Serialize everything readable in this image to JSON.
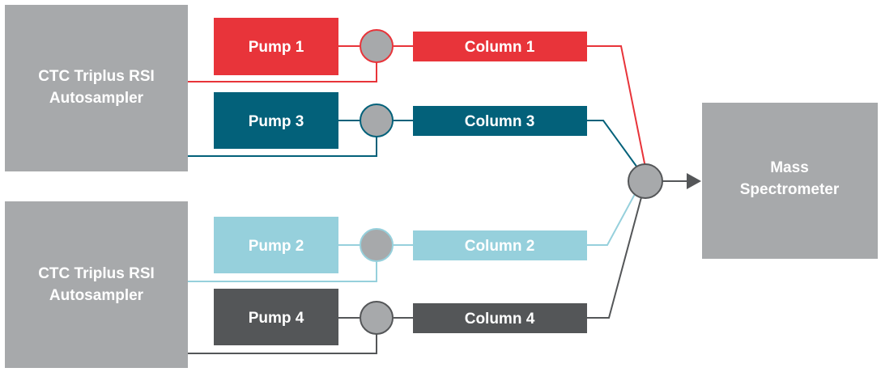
{
  "autosampler_top": {
    "line1": "CTC Triplus RSI",
    "line2": "Autosampler"
  },
  "autosampler_bottom": {
    "line1": "CTC Triplus RSI",
    "line2": "Autosampler"
  },
  "pumps": [
    {
      "label": "Pump 1",
      "color": "#e8343a"
    },
    {
      "label": "Pump 3",
      "color": "#03617a"
    },
    {
      "label": "Pump 2",
      "color": "#96d0dc"
    },
    {
      "label": "Pump 4",
      "color": "#545658"
    }
  ],
  "columns": [
    {
      "label": "Column 1",
      "color": "#e8343a"
    },
    {
      "label": "Column 3",
      "color": "#03617a"
    },
    {
      "label": "Column 2",
      "color": "#96d0dc"
    },
    {
      "label": "Column 4",
      "color": "#545658"
    }
  ],
  "mass_spec": {
    "line1": "Mass",
    "line2": "Spectrometer"
  },
  "colors": {
    "box_gray": "#a7a9ab",
    "valve_gray": "#a7a9ab",
    "text_white": "#ffffff"
  },
  "icons": {
    "valve": "valve-icon",
    "arrow": "arrow-right-icon"
  }
}
